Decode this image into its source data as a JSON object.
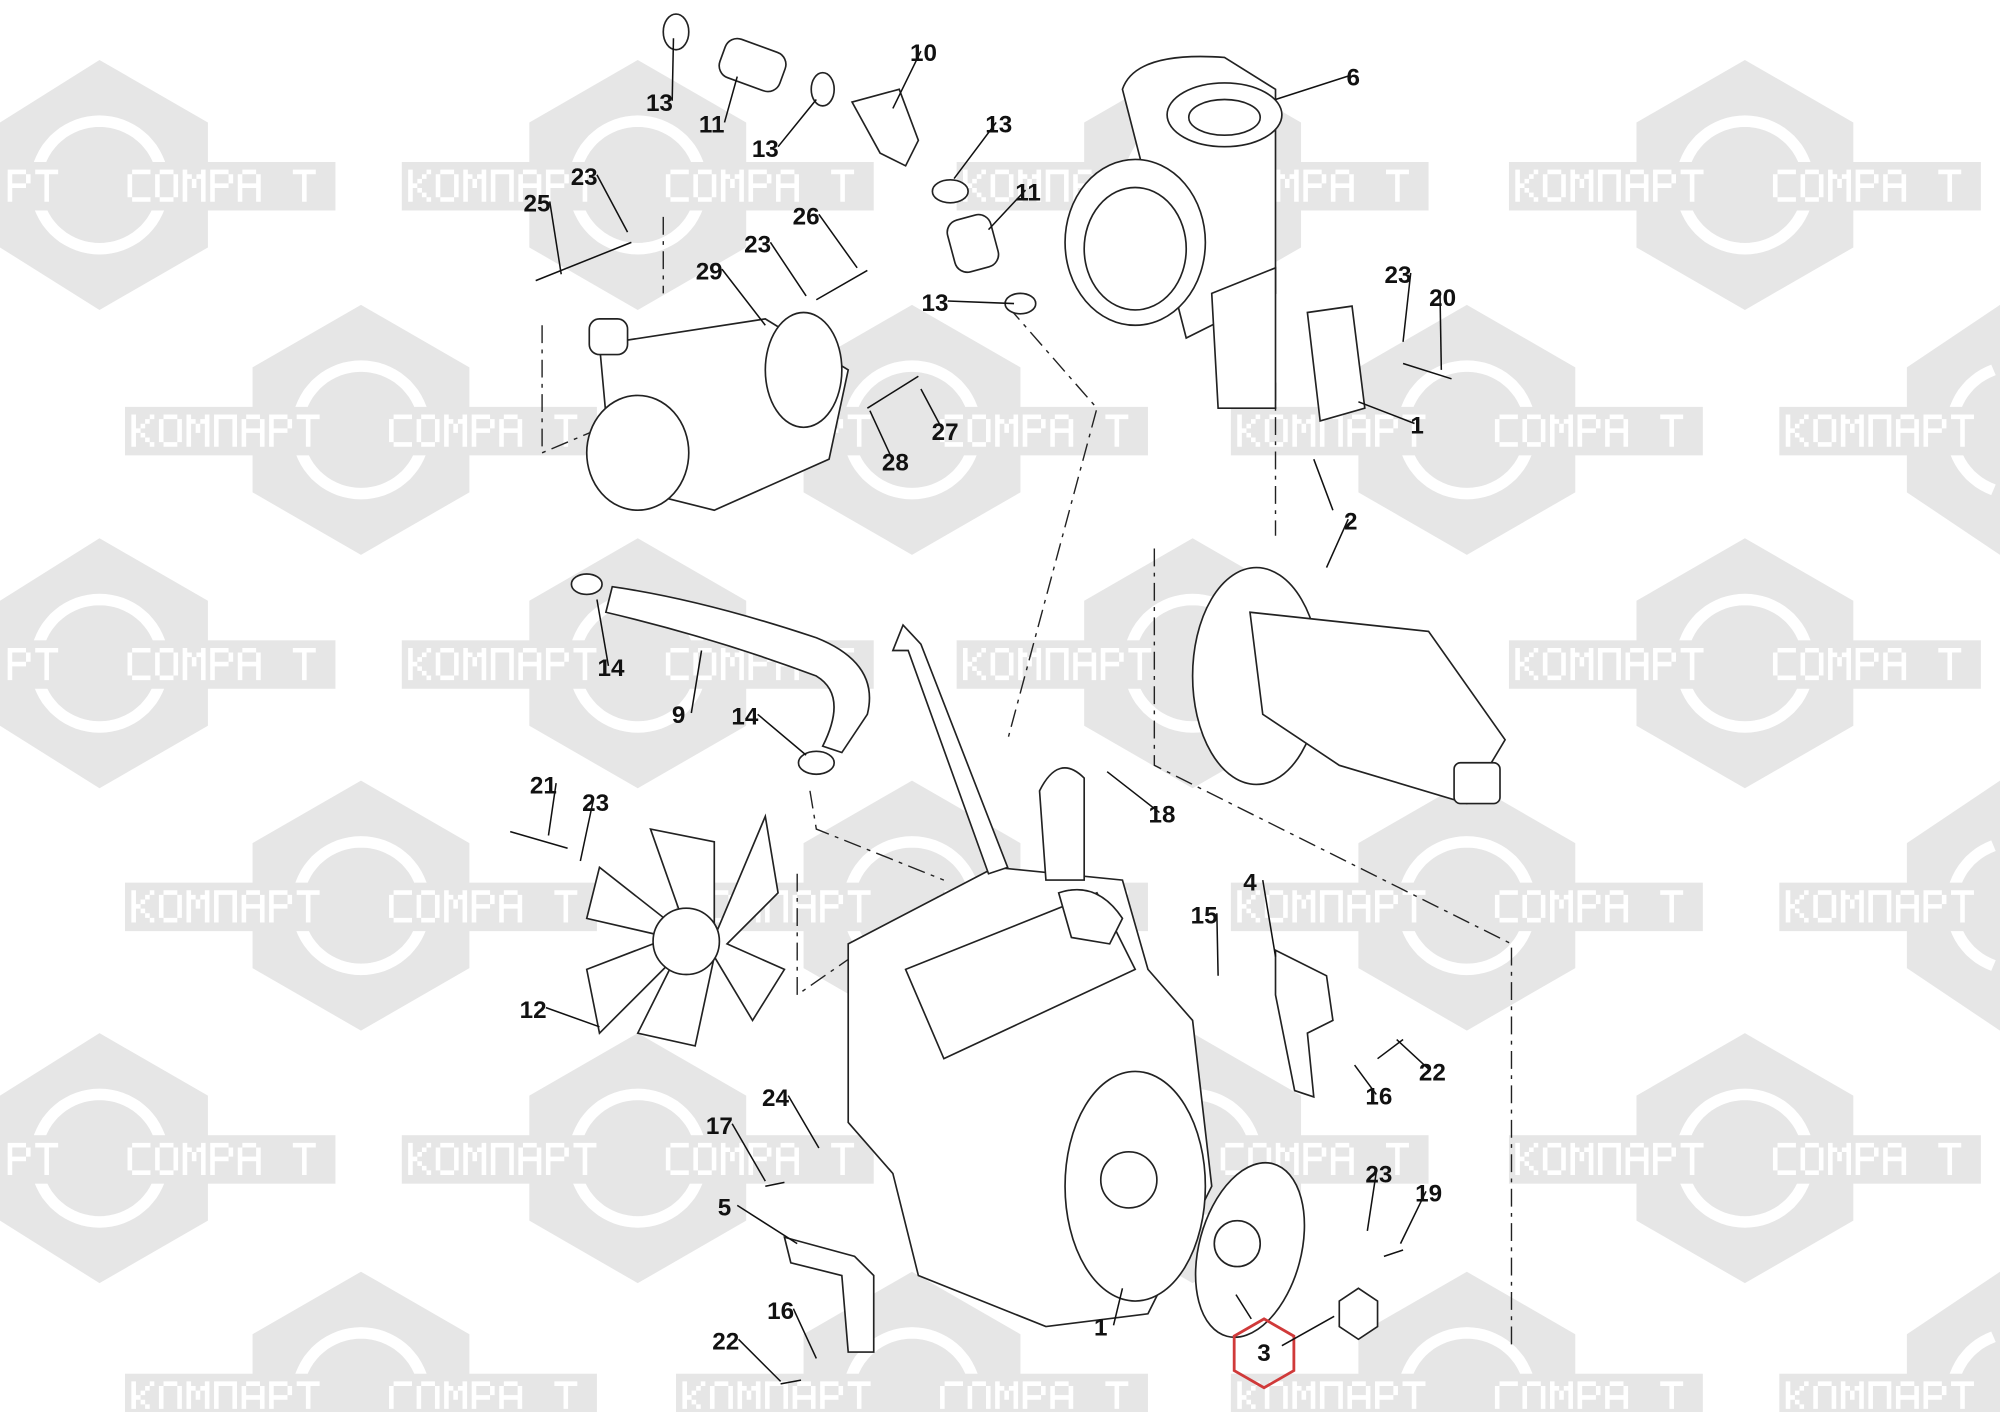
{
  "watermark": {
    "left_text": "КОМПАРТ",
    "right_text": "COMPART",
    "color": "#e6e6e6"
  },
  "diagram": {
    "highlight_color": "#d03a3a",
    "highlighted_callout": "3",
    "callouts": [
      "13",
      "11",
      "13",
      "10",
      "13",
      "11",
      "13",
      "6",
      "23",
      "25",
      "26",
      "23",
      "29",
      "23",
      "20",
      "27",
      "28",
      "1",
      "2",
      "14",
      "9",
      "14",
      "18",
      "21",
      "23",
      "4",
      "15",
      "12",
      "22",
      "16",
      "24",
      "17",
      "23",
      "19",
      "5",
      "1",
      "16",
      "22",
      "3"
    ]
  }
}
